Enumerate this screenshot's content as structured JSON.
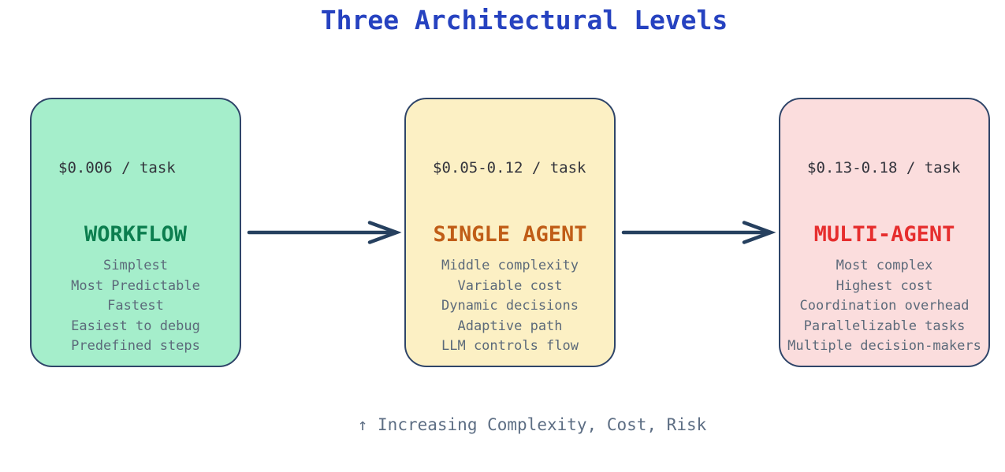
{
  "title": {
    "text": "Three Architectural Levels"
  },
  "cards": [
    {
      "name": "WORKFLOW",
      "price": "$0.006 / task",
      "features": [
        "Simplest",
        "Most Predictable",
        "Fastest",
        "Easiest to debug",
        "Predefined steps"
      ],
      "bg_color": "#a5eecb",
      "name_color": "#0c7e4f"
    },
    {
      "name": "SINGLE AGENT",
      "price": "$0.05-0.12 / task",
      "features": [
        "Middle complexity",
        "Variable cost",
        "Dynamic decisions",
        "Adaptive path",
        "LLM controls flow"
      ],
      "bg_color": "#fcf0c4",
      "name_color": "#c05d17"
    },
    {
      "name": "MULTI-AGENT",
      "price": "$0.13-0.18 / task",
      "features": [
        "Most complex",
        "Highest cost",
        "Coordination overhead",
        "Parallelizable tasks",
        "Multiple decision-makers"
      ],
      "bg_color": "#fbdddd",
      "name_color": "#e62e2e"
    }
  ],
  "caption": {
    "text": "↑ Increasing Complexity, Cost, Risk"
  },
  "icons": {
    "flow_arrow": "arrow-right",
    "caption_arrow": "arrow-up"
  },
  "colors": {
    "title_text": "#2642c0",
    "card_border": "#2f4569",
    "arrow": "#26405f",
    "price_text": "#33343c",
    "feature_text": "#5c6a7a",
    "caption_text": "#5d6e84",
    "background": "#ffffff"
  }
}
